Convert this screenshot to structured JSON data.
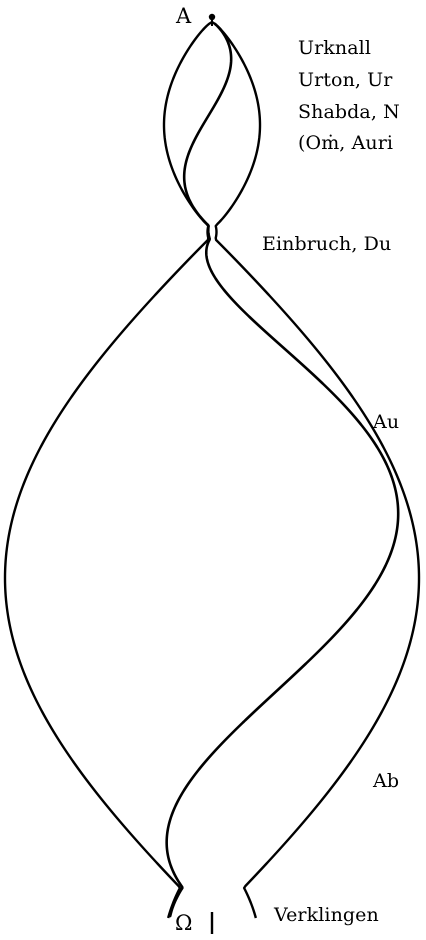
{
  "diagram": {
    "start_marker": "A",
    "end_marker": "Ω",
    "labels": {
      "origin_line1": "Urknall",
      "origin_line2": "Urton, Ur",
      "origin_line3": "Shabda, N",
      "origin_line4": "(Oṁ, Auri",
      "neck": "Einbruch, Du",
      "rise": "Au",
      "fall": "Ab",
      "end": "Verklingen"
    },
    "colors": {
      "ink": "#000000",
      "background": "#ffffff"
    }
  }
}
